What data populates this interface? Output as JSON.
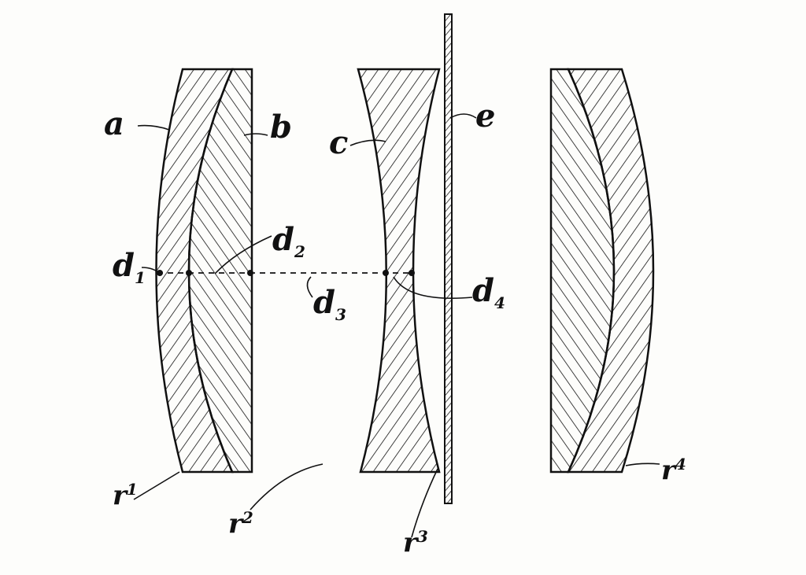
{
  "figure": {
    "labels": {
      "a": "a",
      "b": "b",
      "c": "c",
      "e": "e",
      "d1": {
        "base": "d",
        "sub": "1"
      },
      "d2": {
        "base": "d",
        "sub": "2"
      },
      "d3": {
        "base": "d",
        "sub": "3"
      },
      "d4": {
        "base": "d",
        "sub": "4"
      },
      "r1": {
        "base": "r",
        "sup": "1"
      },
      "r2": {
        "base": "r",
        "sup": "2"
      },
      "r3": {
        "base": "r",
        "sup": "3"
      },
      "r4": {
        "base": "r",
        "sup": "4"
      }
    }
  }
}
